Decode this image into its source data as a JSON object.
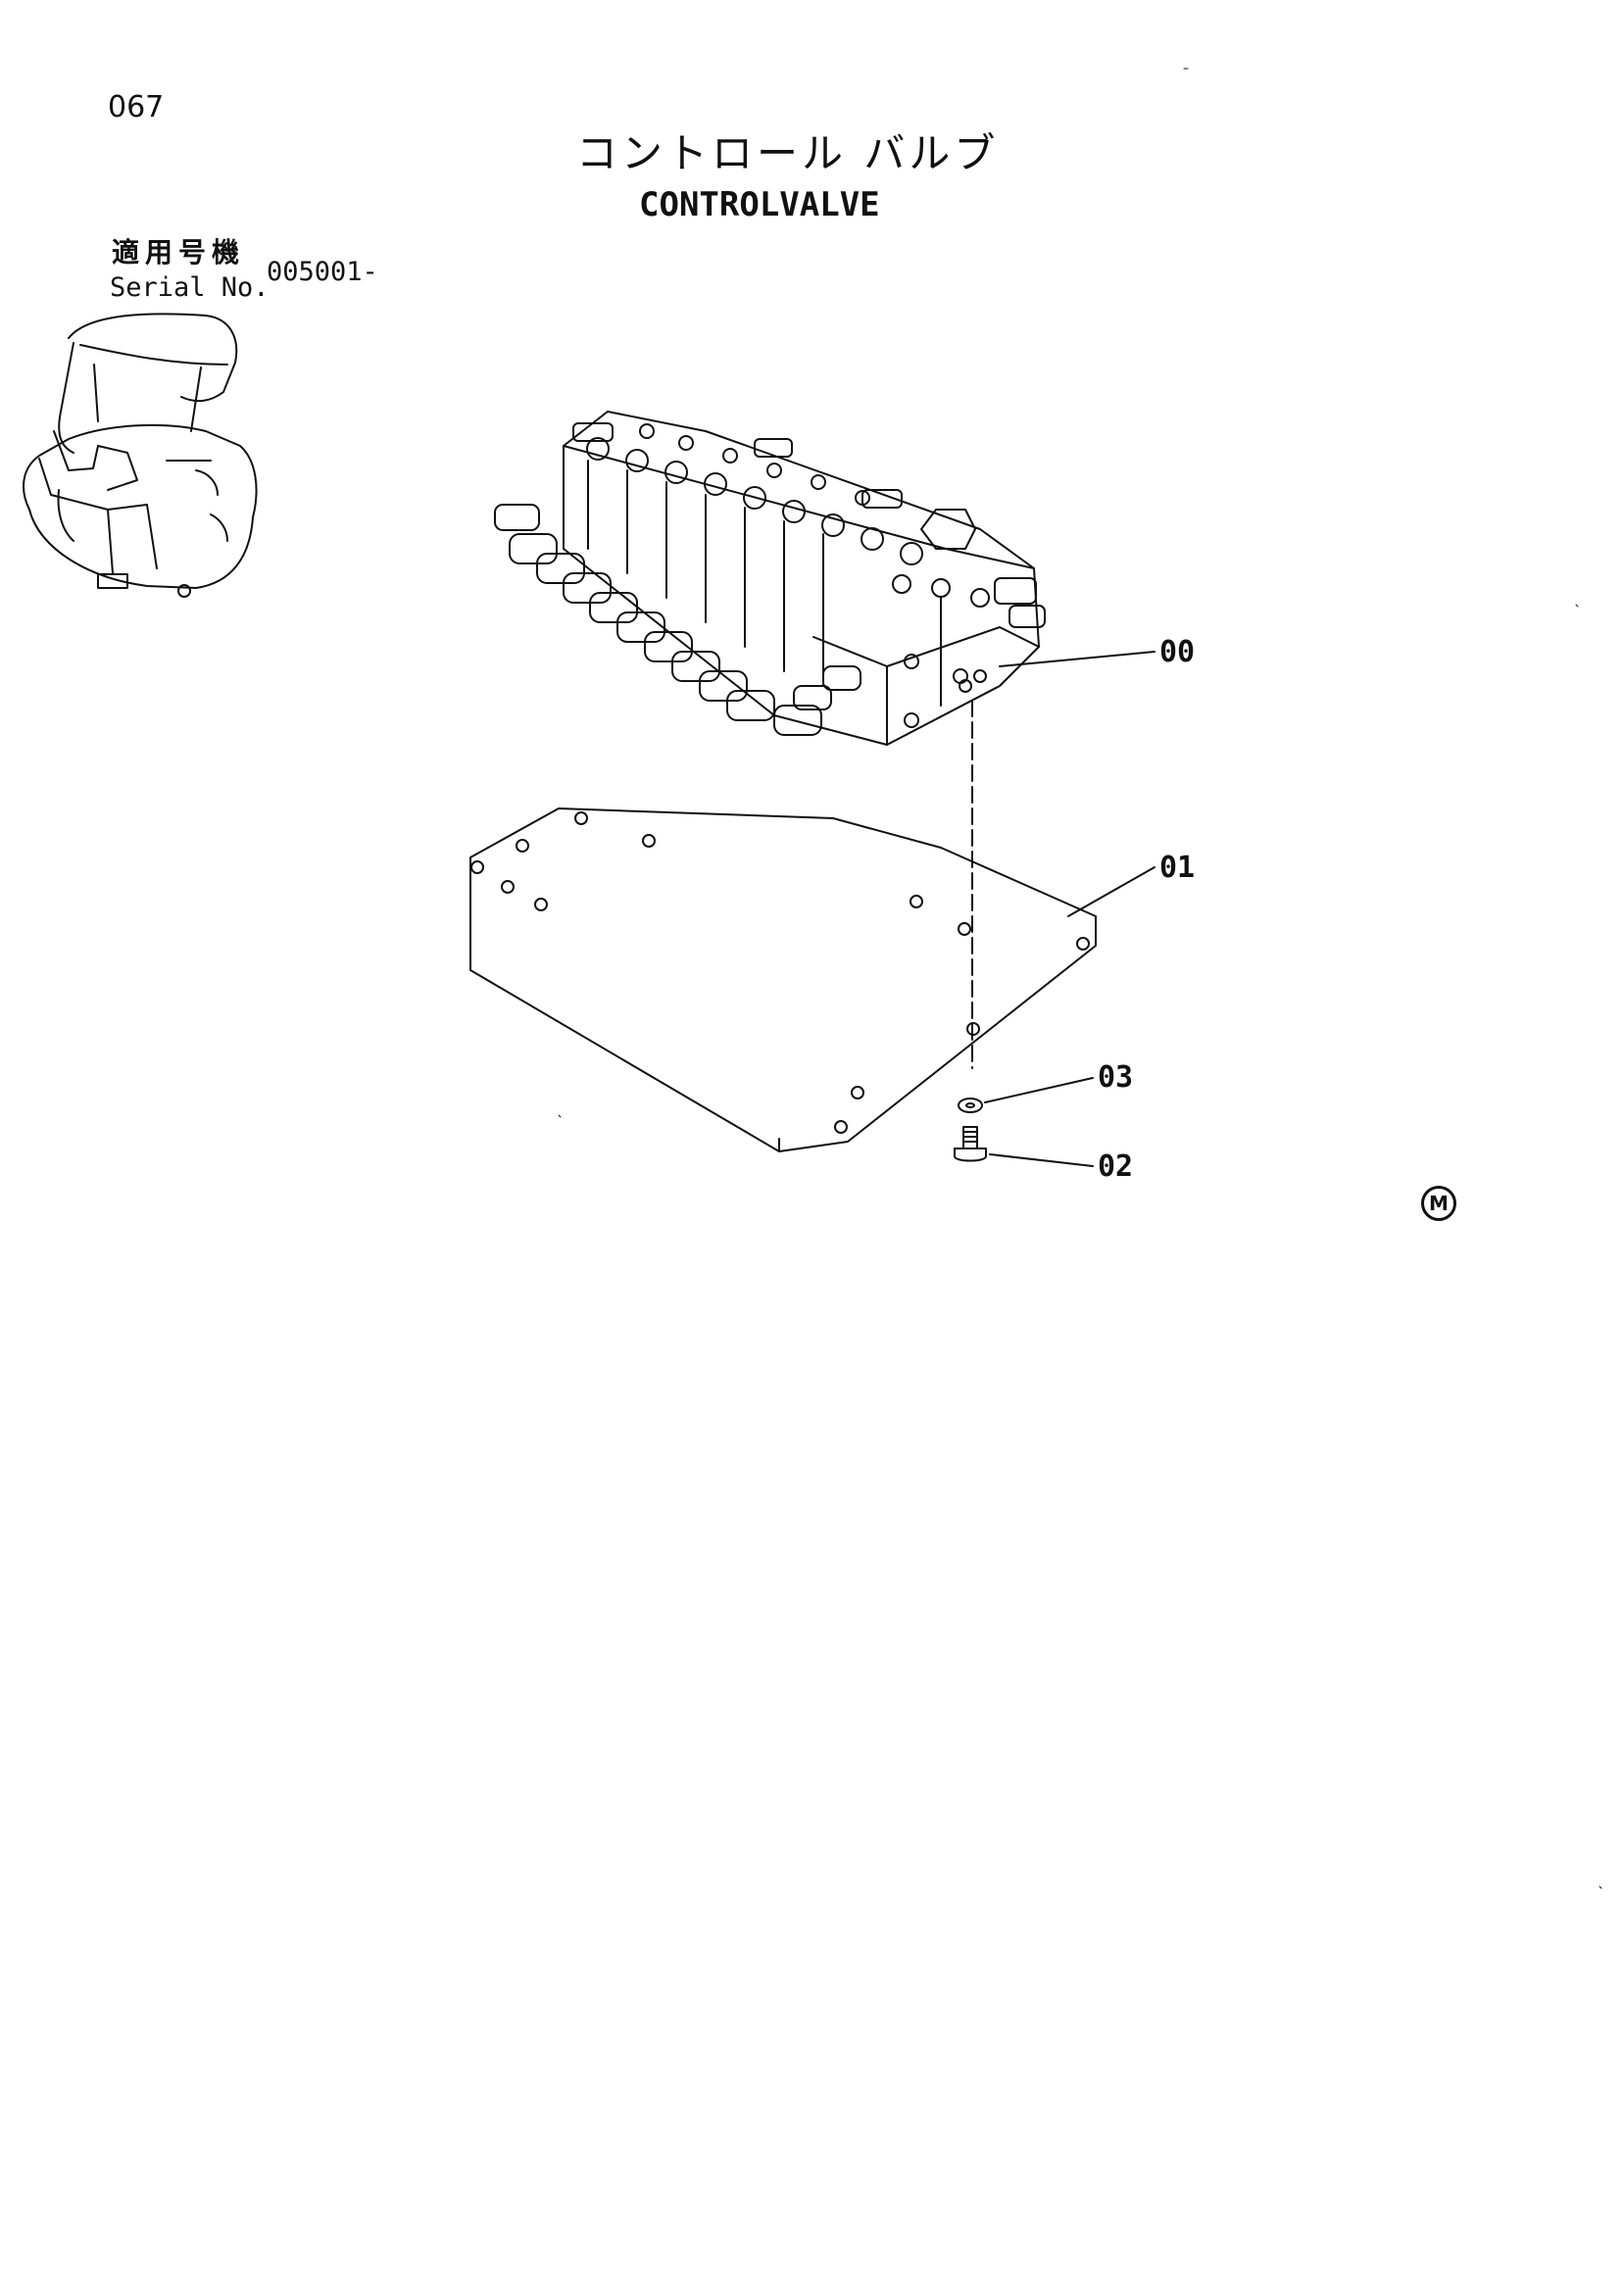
{
  "page": {
    "number": "067"
  },
  "title": {
    "japanese": "コントロール バルブ",
    "english": "CONTROLVALVE"
  },
  "serial": {
    "label_jp": "適用号機",
    "label_en": "Serial No.",
    "value": "005001-"
  },
  "callouts": [
    {
      "label": "00",
      "part": "control-valve"
    },
    {
      "label": "01",
      "part": "mounting-plate"
    },
    {
      "label": "03",
      "part": "washer"
    },
    {
      "label": "02",
      "part": "bolt"
    }
  ],
  "footer_mark": "M",
  "colors": {
    "ink": "#111111",
    "paper": "#ffffff"
  }
}
